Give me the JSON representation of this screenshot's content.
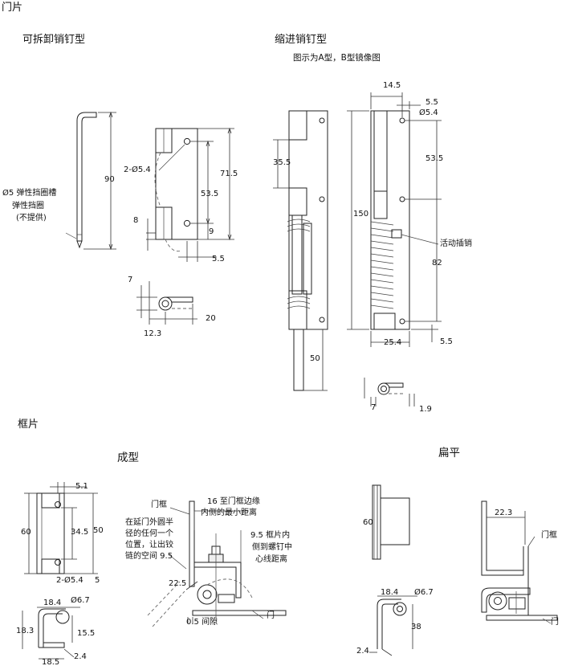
{
  "headings": {
    "door_leaf": "门片",
    "removable_pin": "可拆卸销钉型",
    "retractable_pin": "缩进销钉型",
    "retractable_note": "图示为A型，B型镜像图",
    "frame_leaf": "框片",
    "formed": "成型",
    "flat": "扁平"
  },
  "labels": {
    "groove": "Ø5 弹性挡圈槽",
    "retaining_ring": "弹性挡圈",
    "not_supplied": "(不提供)",
    "live_pin": "活动插销",
    "door_frame": "门框",
    "door_frame2": "门框",
    "door": "门",
    "door2": "门",
    "min_dist_1": "16 至门框边缘",
    "min_dist_2": "内侧的最小距离",
    "clearance_1": "在延门外圆半",
    "clearance_2": "径的任何一个",
    "clearance_3": "位置，让出铰",
    "clearance_4": "链的空间 9.5",
    "screw_1": "9.5 框片内",
    "screw_2": "侧到螺钉中",
    "screw_3": "心线距离",
    "gap": "0.5 间隙"
  },
  "dims": {
    "pin_len": "90",
    "holes": "2-Ø5.4",
    "d715": "71.5",
    "d535": "53.5",
    "d8": "8",
    "d9": "9",
    "d55a": "5.5",
    "d7a": "7",
    "d20": "20",
    "d123": "12.3",
    "d145": "14.5",
    "d55b": "5.5",
    "d54": "Ø5.4",
    "d355": "35.5",
    "d535b": "53.5",
    "d150": "150",
    "d82": "82",
    "d254": "25.4",
    "d55c": "5.5",
    "d50": "50",
    "d7b": "7",
    "d19": "1.9",
    "d51": "5.1",
    "d60": "60",
    "d345": "34.5",
    "d50b": "50",
    "holes2": "2-Ø5.4",
    "d5": "5",
    "d184": "18.4",
    "d67": "Ø6.7",
    "d183": "18.3",
    "d155": "15.5",
    "d185": "18.5",
    "d24": "2.4",
    "d225": "22.5",
    "d60b": "60",
    "d223": "22.3",
    "d184b": "18.4",
    "d67b": "Ø6.7",
    "d38": "38",
    "d24b": "2.4"
  }
}
